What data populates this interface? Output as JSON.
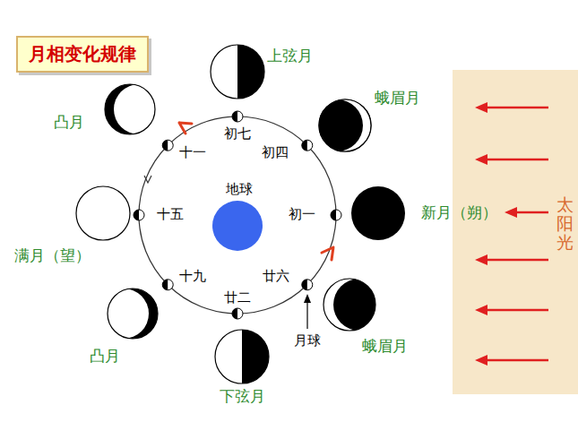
{
  "diagram": {
    "title": "月相变化规律",
    "nodes": [
      {
        "text": [
          "地球"
        ]
      },
      {
        "text": [
          "太阳光"
        ]
      }
    ],
    "labels": [
      "上弦月",
      "蛾眉月",
      "凸月",
      "初七",
      "初四",
      "十一",
      "新月（朔）",
      "满月（望）",
      "十五",
      "初一",
      "十九",
      "廿二",
      "廿六",
      "凸月",
      "蛾眉月",
      "月球",
      "下弦月"
    ]
  }
}
